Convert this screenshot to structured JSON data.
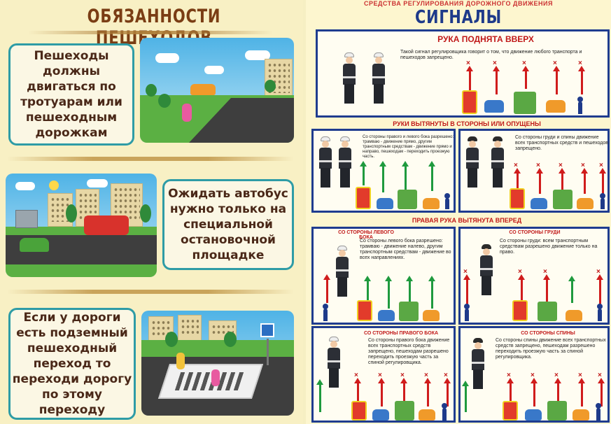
{
  "left": {
    "title": "ОБЯЗАННОСТИ ПЕШЕХОДОВ",
    "rules": [
      "Пешеходы должны двигаться по тротуарам или пешеходным дорожкам",
      "Ожидать автобус нужно только на специальной остановочной площадке",
      "Если у дороги есть подземный пешеходный переход то переходи дорогу по этому переходу"
    ]
  },
  "right": {
    "subtitle": "СРЕДСТВА РЕГУЛИРОВАНИЯ ДОРОЖНОГО ДВИЖЕНИЯ",
    "title": "СИГНАЛЫ РЕГУЛИРОВЩИКА",
    "panel1": {
      "title": "РУКА ПОДНЯТА ВВЕРХ",
      "desc": "Такой сигнал регулировщика говорит о том, что движение любого транспорта и пешеходов запрещено."
    },
    "band2": "РУКИ ВЫТЯНУТЫ В СТОРОНЫ ИЛИ ОПУЩЕНЫ",
    "panel2a": {
      "desc": "Со стороны правого и левого бока разрешено: трамваю - движение прямо, другим транспортным средствам - движение прямо и направо, пешеходам - переходить проезжую часть."
    },
    "panel2b": {
      "desc": "Со стороны груди и спины движение всех транспортных средств и пешеходов запрещено."
    },
    "band3": "ПРАВАЯ РУКА ВЫТЯНУТА ВПЕРЕД",
    "panel3a": {
      "title": "СО СТОРОНЫ ЛЕВОГО БОКА",
      "desc": "Со стороны левого бока разрешено: трамваю - движение налево, другим транспортным средствам - движение во всех направлениях."
    },
    "panel3b": {
      "title": "СО СТОРОНЫ ГРУДИ",
      "desc": "Со стороны груди: всем транспортным средствам разрешено движение только на право."
    },
    "panel4a": {
      "title": "СО СТОРОНЫ ПРАВОГО БОКА",
      "desc": "Со стороны правого бока движение всех транспортных средств запрещено, пешеходам разрешено переходить проезжую часть за спиной регулировщика."
    },
    "panel4b": {
      "title": "СО СТОРОНЫ СПИНЫ",
      "desc": "Со стороны спины движение всех транспортных средств запрещено, пешеходам разрешено переходить проезжую часть за спиной регулировщика."
    }
  }
}
